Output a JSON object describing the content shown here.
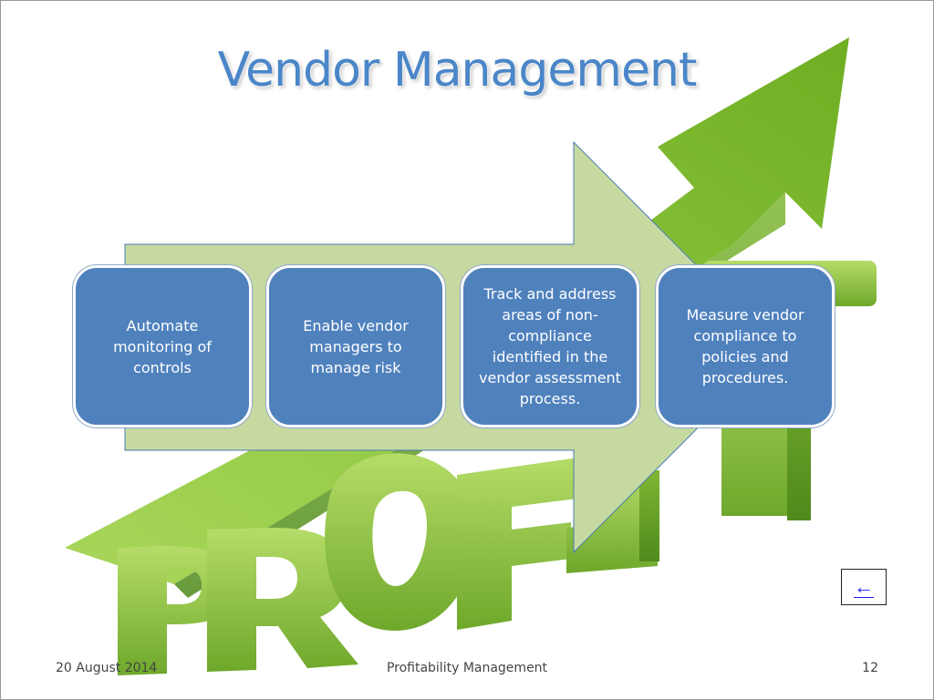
{
  "slide": {
    "title": "Vendor Management",
    "steps": [
      {
        "label": "Automate monitoring of controls"
      },
      {
        "label": "Enable vendor managers to manage risk"
      },
      {
        "label": "Track and address areas of non-compliance identified in the vendor assessment process."
      },
      {
        "label": "Measure vendor compliance to policies and procedures."
      }
    ],
    "back_button": {
      "glyph": "←",
      "icon": "back-arrow-icon"
    },
    "background_image": {
      "word": "PROFIT",
      "icon": "profit-growth-arrow-image"
    },
    "footer": {
      "date": "20 August 2014",
      "presentation_title": "Profitability Management",
      "page_number": "12"
    }
  },
  "colors": {
    "title": "#4a86c8",
    "step_box": "#4f81bd",
    "process_arrow": "#c6d9a0",
    "green_art": "#8cc63f"
  }
}
